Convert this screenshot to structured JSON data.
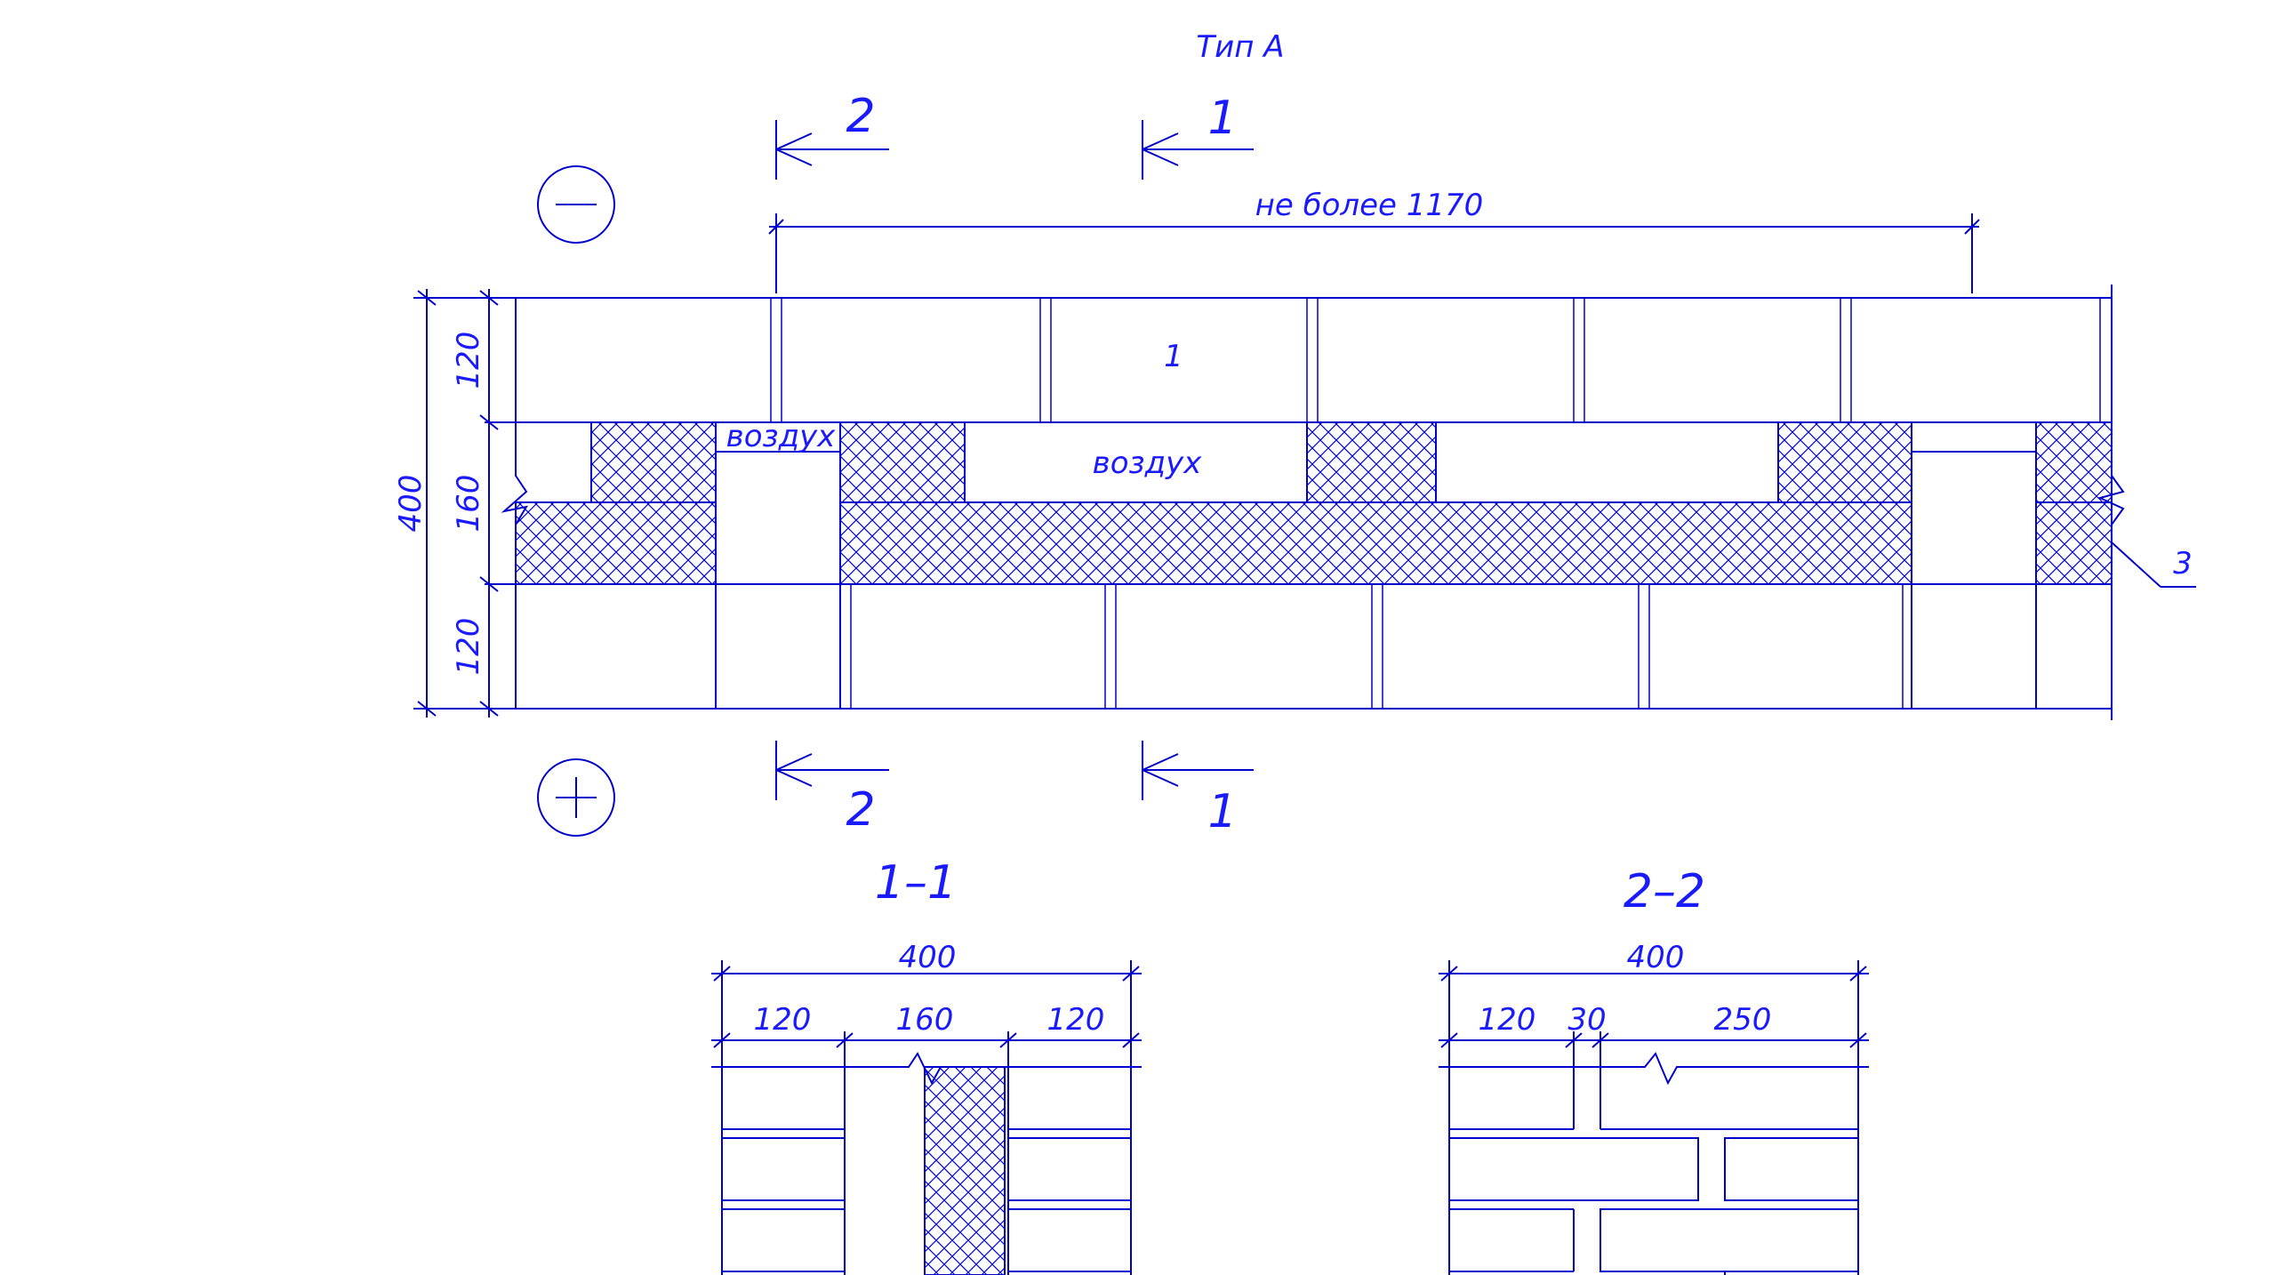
{
  "title": "Тип А",
  "signs": {
    "minus": "−",
    "plus": "+"
  },
  "section_marks": {
    "one": "1",
    "two": "2"
  },
  "span_dimension": "не более 1170",
  "air_label": "воздух",
  "callouts": {
    "brick": "1",
    "insulation": "3"
  },
  "wall_dims": {
    "total": "400",
    "outer": "120",
    "middle": "160",
    "inner": "120"
  },
  "section_1": {
    "title": "1–1",
    "total": "400",
    "d1": "120",
    "d2": "160",
    "d3": "120"
  },
  "section_2": {
    "title": "2–2",
    "total": "400",
    "d1": "120",
    "d2": "30",
    "d3": "250"
  },
  "colors": {
    "line": "#0000cc",
    "text": "#1a1aff",
    "background": "#ffffff"
  }
}
